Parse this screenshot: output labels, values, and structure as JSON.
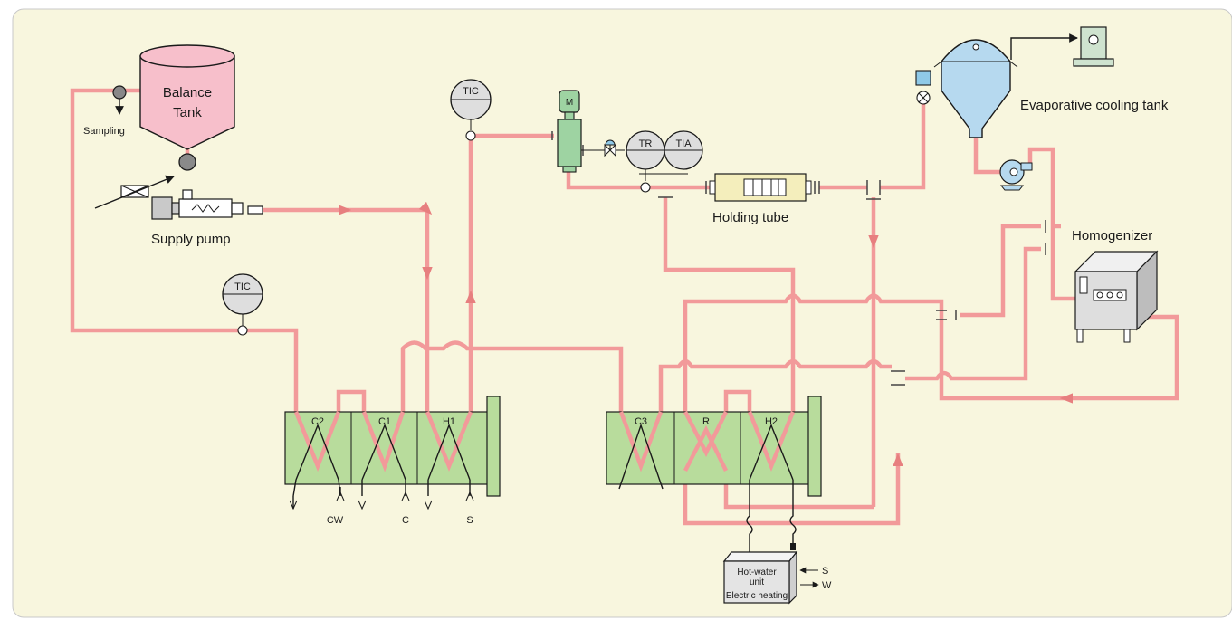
{
  "labels": {
    "balance_tank_line1": "Balance",
    "balance_tank_line2": "Tank",
    "sampling": "Sampling",
    "supply_pump": "Supply pump",
    "tic_top": "TIC",
    "tic_left": "TIC",
    "motor": "M",
    "tr": "TR",
    "tia": "TIA",
    "holding_tube": "Holding tube",
    "evaporative_cooling_tank": "Evaporative cooling tank",
    "homogenizer": "Homogenizer",
    "plates_left": [
      "C2",
      "C1",
      "H1"
    ],
    "plates_right": [
      "C3",
      "R",
      "H2"
    ],
    "media": [
      "CW",
      "C",
      "S"
    ],
    "hot_water_unit_line1": "Hot-water",
    "hot_water_unit_line2": "unit",
    "electric_heating": "Electric heating",
    "hw_s": "S",
    "hw_w": "W"
  },
  "colors": {
    "background": "#f8f6de",
    "pipe": "#f29a9a",
    "plate_section": "#b8dc9c",
    "balance_tank": "#f7bfcb",
    "evaporative_tank": "#b6d9ef",
    "motor": "#9ed3a2",
    "equipment_gray": "#dcdcdc"
  }
}
